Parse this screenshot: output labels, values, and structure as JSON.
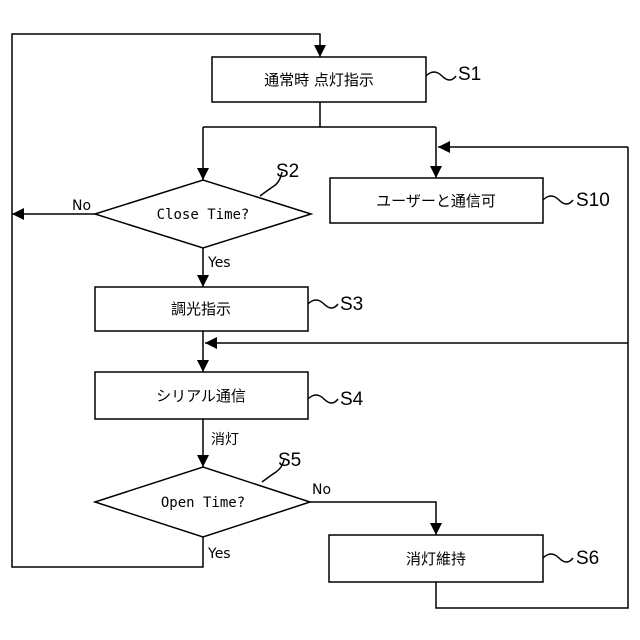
{
  "nodes": {
    "s1": {
      "text": "通常時 点灯指示",
      "step": "S1"
    },
    "s2": {
      "text": "Close Time?",
      "step": "S2"
    },
    "s3": {
      "text": "調光指示",
      "step": "S3"
    },
    "s4": {
      "text": "シリアル通信",
      "step": "S4"
    },
    "s5": {
      "text": "Open Time?",
      "step": "S5"
    },
    "s6": {
      "text": "消灯維持",
      "step": "S6"
    },
    "s10": {
      "text": "ユーザーと通信可",
      "step": "S10"
    }
  },
  "edge_labels": {
    "s2_no": "No",
    "s2_yes": "Yes",
    "s4_out": "消灯",
    "s5_no": "No",
    "s5_yes": "Yes"
  }
}
